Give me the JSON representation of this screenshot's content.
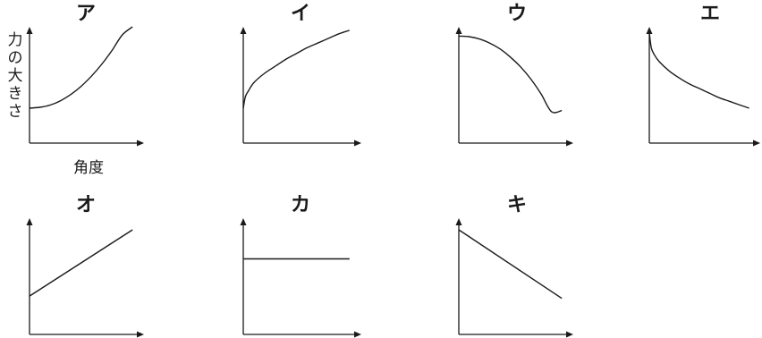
{
  "chart_data": [
    {
      "type": "line",
      "title": "ア",
      "ylabel": "力の大きさ",
      "xlabel": "角度",
      "xlim": [
        0,
        1
      ],
      "ylim": [
        0,
        1
      ],
      "series": [
        {
          "x": [
            0,
            0.1,
            0.2,
            0.3,
            0.4,
            0.5,
            0.6,
            0.7,
            0.8,
            0.9,
            1.0
          ],
          "y": [
            0.3,
            0.308,
            0.327,
            0.364,
            0.418,
            0.488,
            0.575,
            0.677,
            0.796,
            0.93,
            1.0
          ]
        }
      ]
    },
    {
      "type": "line",
      "title": "イ",
      "xlim": [
        0,
        1
      ],
      "ylim": [
        0,
        1
      ],
      "series": [
        {
          "x": [
            0,
            0.02,
            0.05,
            0.1,
            0.2,
            0.3,
            0.4,
            0.5,
            0.6,
            0.7,
            0.8,
            0.9,
            1.0
          ],
          "y": [
            0.3,
            0.4,
            0.45,
            0.52,
            0.6,
            0.66,
            0.72,
            0.77,
            0.82,
            0.86,
            0.9,
            0.94,
            0.97
          ]
        }
      ]
    },
    {
      "type": "line",
      "title": "ウ",
      "xlim": [
        0,
        1
      ],
      "ylim": [
        0,
        1
      ],
      "series": [
        {
          "x": [
            0,
            0.1,
            0.2,
            0.3,
            0.4,
            0.5,
            0.6,
            0.7,
            0.8,
            0.9,
            1.0
          ],
          "y": [
            0.92,
            0.915,
            0.895,
            0.86,
            0.81,
            0.74,
            0.655,
            0.55,
            0.42,
            0.27,
            0.28
          ]
        }
      ]
    },
    {
      "type": "line",
      "title": "エ",
      "xlim": [
        0,
        1
      ],
      "ylim": [
        0,
        1
      ],
      "series": [
        {
          "x": [
            0,
            0.02,
            0.05,
            0.1,
            0.2,
            0.3,
            0.4,
            0.5,
            0.6,
            0.7,
            0.8,
            0.9,
            1.0
          ],
          "y": [
            0.95,
            0.82,
            0.76,
            0.7,
            0.62,
            0.56,
            0.51,
            0.47,
            0.43,
            0.39,
            0.36,
            0.33,
            0.3
          ]
        }
      ]
    },
    {
      "type": "line",
      "title": "オ",
      "xlim": [
        0,
        1
      ],
      "ylim": [
        0,
        1
      ],
      "series": [
        {
          "x": [
            0,
            1
          ],
          "y": [
            0.33,
            0.9
          ]
        }
      ]
    },
    {
      "type": "line",
      "title": "カ",
      "xlim": [
        0,
        1
      ],
      "ylim": [
        0,
        1
      ],
      "series": [
        {
          "x": [
            0,
            1
          ],
          "y": [
            0.65,
            0.65
          ]
        }
      ]
    },
    {
      "type": "line",
      "title": "キ",
      "xlim": [
        0,
        1
      ],
      "ylim": [
        0,
        1
      ],
      "series": [
        {
          "x": [
            0,
            1
          ],
          "y": [
            0.9,
            0.31
          ]
        }
      ]
    }
  ]
}
